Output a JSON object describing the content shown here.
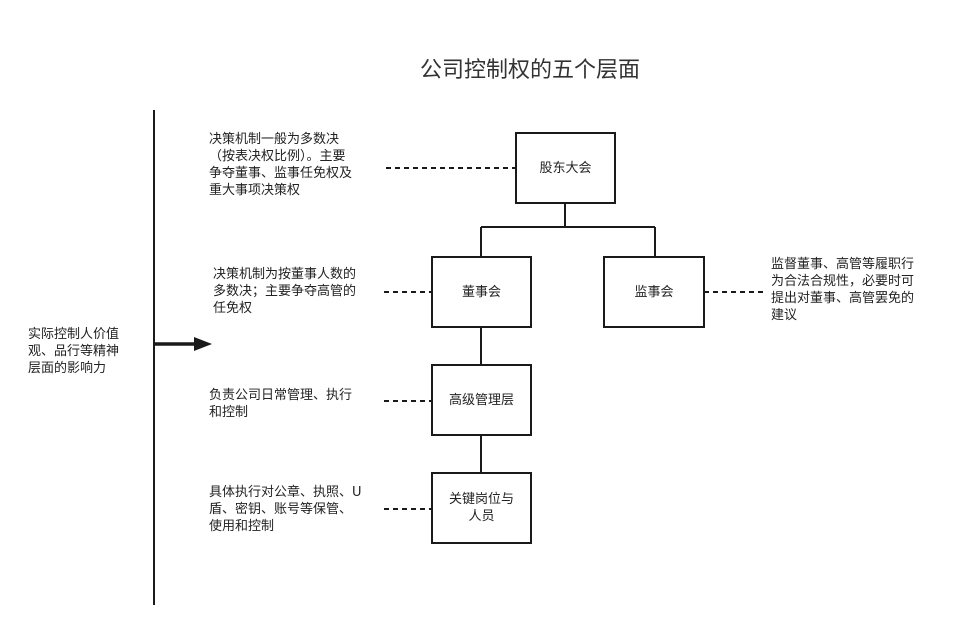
{
  "title": "公司控制权的五个层面",
  "side_note": "实际控制人价值\n观、品行等精神\n层面的影响力",
  "nodes": {
    "shareholders": "股东大会",
    "board": "董事会",
    "supervisors": "监事会",
    "management": "高级管理层",
    "key_personnel": "关键岗位与\n人员"
  },
  "notes": {
    "shareholders": "决策机制一般为多数决\n（按表决权比例）。主要\n争夺董事、监事任免权及\n重大事项决策权",
    "board": "决策机制为按董事人数的\n多数决；主要争夺高管的\n任免权",
    "supervisors": "监督董事、高管等履职行\n为合法合规性，必要时可\n提出对董事、高管罢免的\n建议",
    "management": "负责公司日常管理、执行\n和控制",
    "key_personnel": "具体执行对公章、执照、U\n盾、密钥、账号等保管、\n使用和控制"
  },
  "colors": {
    "line": "#1a1a1a",
    "text": "#222222"
  }
}
